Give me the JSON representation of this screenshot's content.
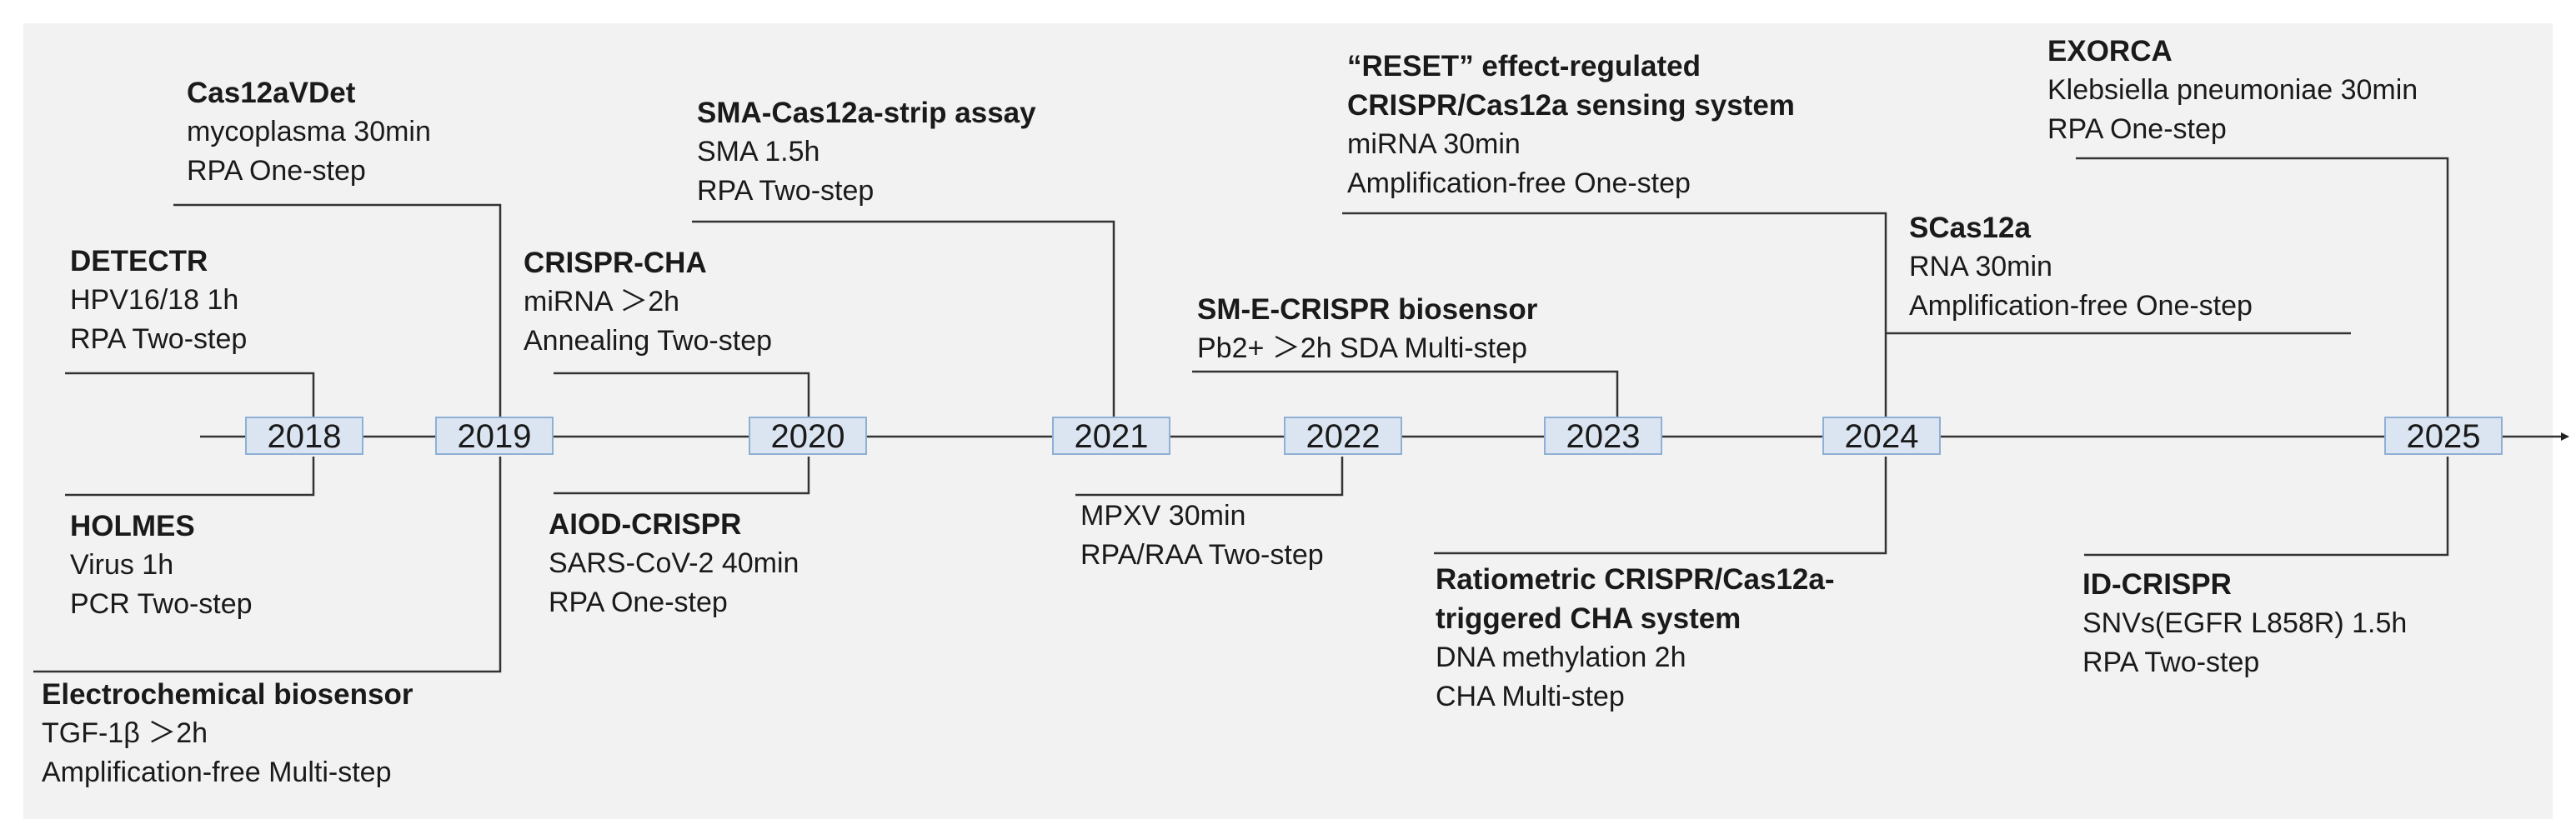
{
  "years": [
    "2018",
    "2019",
    "2020",
    "2021",
    "2022",
    "2023",
    "2024",
    "2025"
  ],
  "methods": [
    {
      "title": "Cas12aVDet",
      "lines": [
        "mycoplasma  30min",
        "RPA One-step"
      ]
    },
    {
      "title": "DETECTR",
      "lines": [
        "HPV16/18  1h",
        "RPA Two-step"
      ]
    },
    {
      "title": "HOLMES",
      "lines": [
        "Virus  1h",
        "PCR Two-step"
      ]
    },
    {
      "title": "Electrochemical biosensor",
      "lines": [
        "TGF-1β ＞2h",
        "Amplification-free Multi-step"
      ]
    },
    {
      "title": "SMA-Cas12a-strip assay",
      "lines": [
        "SMA  1.5h",
        "RPA Two-step"
      ]
    },
    {
      "title": "CRISPR-CHA",
      "lines": [
        "miRNA ＞2h",
        "Annealing Two-step"
      ]
    },
    {
      "title": "AIOD-CRISPR",
      "lines": [
        "SARS-CoV-2 40min",
        "RPA One-step"
      ]
    },
    {
      "title": "",
      "lines": [
        "MPXV  30min",
        "RPA/RAA Two-step"
      ]
    },
    {
      "title": "SM-E-CRISPR biosensor",
      "lines": [
        "Pb2+ ＞2h SDA Multi-step"
      ]
    },
    {
      "title": "“RESET” effect-regulated",
      "title2": "CRISPR/Cas12a sensing system",
      "lines": [
        "miRNA 30min",
        "Amplification-free One-step"
      ]
    },
    {
      "title": "Ratiometric CRISPR/Cas12a-",
      "title2": "triggered CHA system",
      "lines": [
        "DNA methylation 2h",
        "CHA Multi-step"
      ]
    },
    {
      "title": "SCas12a",
      "lines": [
        "RNA 30min",
        "Amplification-free One-step"
      ]
    },
    {
      "title": "EXORCA",
      "lines": [
        "Klebsiella pneumoniae 30min",
        "RPA One-step"
      ]
    },
    {
      "title": "ID-CRISPR",
      "lines": [
        "SNVs(EGFR L858R) 1.5h",
        "RPA Two-step"
      ]
    }
  ]
}
